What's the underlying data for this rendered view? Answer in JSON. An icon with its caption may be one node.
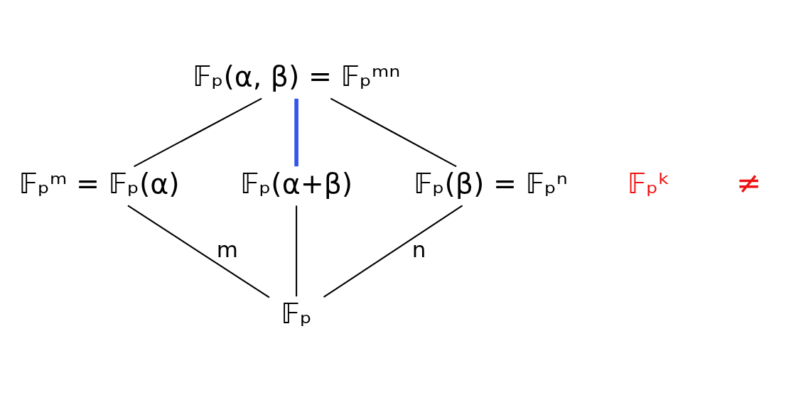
{
  "diagram": {
    "nodes": [
      {
        "text": [
          "𝔽ₚ(α, β) = 𝔽ₚᵐⁿ"
        ]
      },
      {
        "text": [
          "𝔽ₚᵐ = 𝔽ₚ(α)"
        ]
      },
      {
        "text": [
          "𝔽ₚ(α+β)"
        ]
      },
      {
        "text": [
          "𝔽ₚ(β) = 𝔽ₚⁿ"
        ]
      },
      {
        "text": [
          "𝔽ₚ"
        ]
      },
      {
        "text": [
          "𝔽ₚᵏ"
        ]
      }
    ],
    "edges": [
      {
        "from": 0,
        "to": 1,
        "arrow": "none"
      },
      {
        "from": 0,
        "to": 2,
        "arrow": "none",
        "style": "thick",
        "color": "#3355ee"
      },
      {
        "from": 0,
        "to": 3,
        "arrow": "none"
      },
      {
        "from": 1,
        "to": 4,
        "arrow": "none",
        "label": "m"
      },
      {
        "from": 2,
        "to": 4,
        "arrow": "none"
      },
      {
        "from": 3,
        "to": 4,
        "arrow": "none",
        "label": "n"
      }
    ],
    "labels": [
      "≠"
    ]
  }
}
